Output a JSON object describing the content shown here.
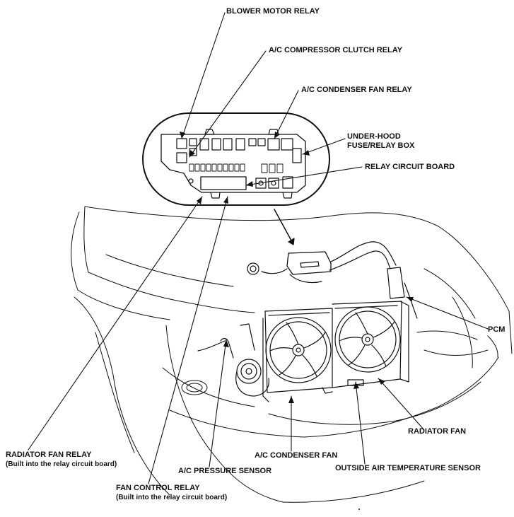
{
  "labels": {
    "blower_motor_relay": "BLOWER MOTOR RELAY",
    "ac_compressor_clutch_relay": "A/C COMPRESSOR CLUTCH RELAY",
    "ac_condenser_fan_relay": "A/C CONDENSER FAN RELAY",
    "under_hood_box_line1": "UNDER-HOOD",
    "under_hood_box_line2": "FUSE/RELAY BOX",
    "relay_circuit_board": "RELAY CIRCUIT BOARD",
    "pcm": "PCM",
    "radiator_fan": "RADIATOR FAN",
    "ac_condenser_fan": "A/C CONDENSER FAN",
    "outside_air_temp_sensor": "OUTSIDE AIR TEMPERATURE SENSOR",
    "ac_pressure_sensor": "A/C PRESSURE SENSOR",
    "radiator_fan_relay": "RADIATOR FAN RELAY",
    "radiator_fan_relay_note": "(Built into the relay circuit board)",
    "fan_control_relay": "FAN CONTROL RELAY",
    "fan_control_relay_note": "(Built into the relay circuit board)"
  }
}
